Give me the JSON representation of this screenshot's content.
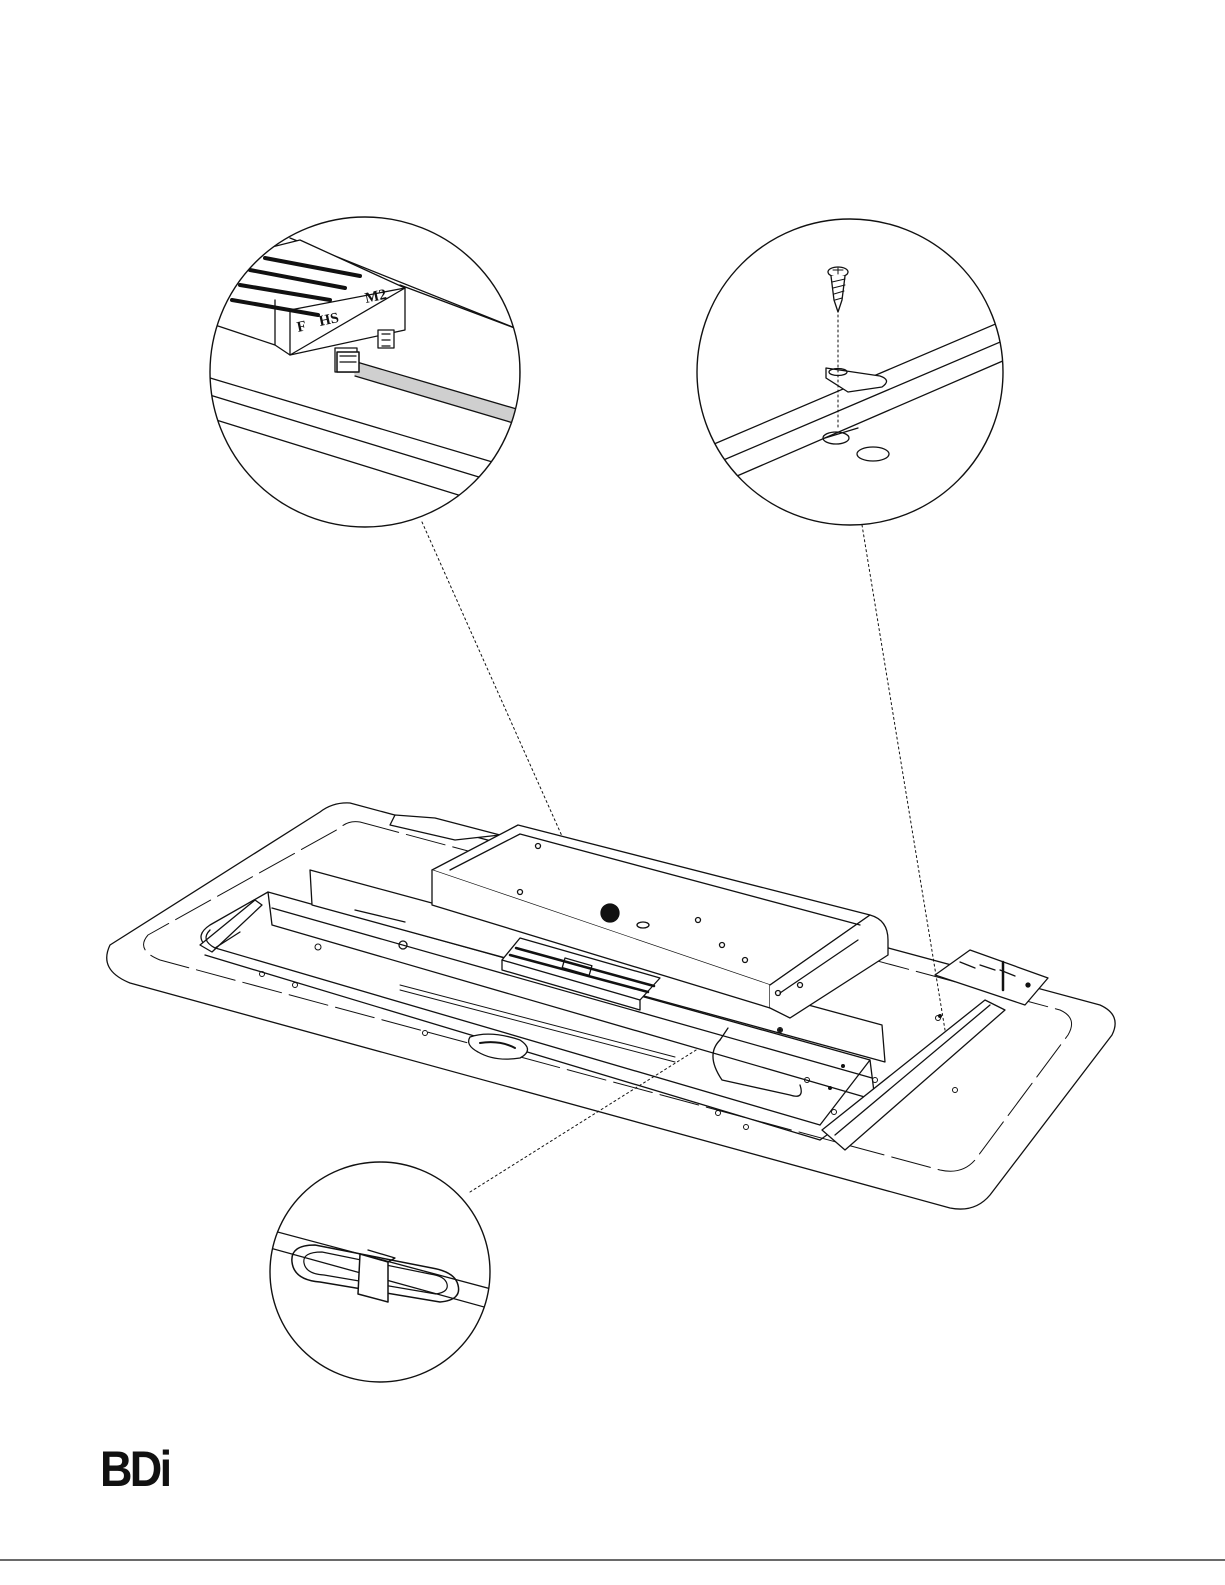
{
  "brand": {
    "logo_text": "BDi"
  },
  "detail_callouts": {
    "connector_port_labels": [
      "F",
      "HS",
      "M2"
    ]
  },
  "colors": {
    "ink": "#111111",
    "background": "#ffffff",
    "cable": "#9a9a9a"
  }
}
